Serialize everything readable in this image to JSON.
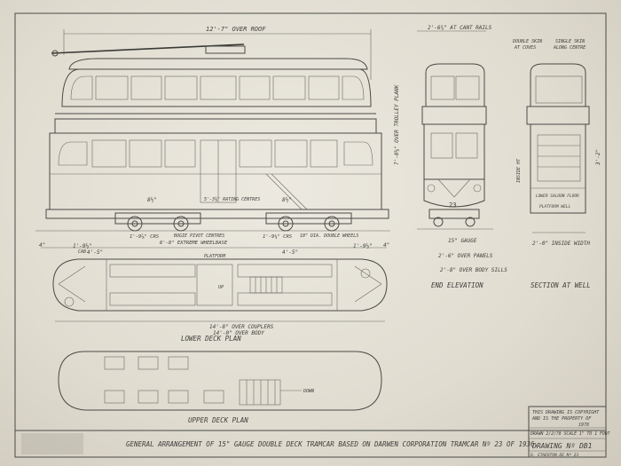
{
  "labels": {
    "over_roof": "12'-7\" OVER ROOF",
    "at_cant_rails": "2'-6¾\" AT CANT RAILS",
    "double_skin": "DOUBLE SKIN",
    "at_coves": "AT COVES",
    "single_skin": "SINGLE SKIN",
    "along_centre": "ALONG CENTRE",
    "over_trolley_plank": "7'-0¼\" OVER TROLLEY PLANK",
    "dim_8_5a": "8½\"",
    "dim_8_5b": "8½\"",
    "dim_5_3_8": "5'-3⅜\" RATING CENTRES",
    "dim_1_9_8": "1'-9⅞\" CRS",
    "bogie_pivot": "BOGIE PIVOT CENTRES",
    "dim_1_9_4": "1'-9¼\" CRS",
    "dim_10_dia": "10\" DIA. DOUBLE WHEELS",
    "extreme_wheelbase": "6'-8\" EXTREME WHEELBASE",
    "dim_4_5a": "4'-5\"",
    "dim_1_9_5": "1'-9½\"",
    "dim_4_5b": "4'-5\"",
    "dim_1_9_5b": "1'-9½\"",
    "platform": "PLATFORM",
    "dim_4a": "4\"",
    "dim_4b": "4\"",
    "cab": "CAB",
    "lower_deck_plan": "LOWER DECK PLAN",
    "over_couplers": "14'-8\" OVER COUPLERS",
    "over_body": "14'-0\" OVER BODY",
    "upper_deck_plan": "UPPER DECK PLAN",
    "up": "UP",
    "down": "DOWN",
    "gauge": "15\" GAUGE",
    "over_panels": "2'-6\" OVER PANELS",
    "over_body_sills": "2'-8\" OVER BODY SILLS",
    "end_elevation": "END ELEVATION",
    "section_at_well": "SECTION AT WELL",
    "inside_width": "2'-0\" INSIDE WIDTH",
    "tram_number": "23",
    "inside_height_a": "INSIDE HT",
    "lower_saloon_floor": "LOWER SALOON FLOOR",
    "platform_well": "PLATFORM WELL",
    "dim_3_2": "3'-2\"",
    "main_title": "GENERAL ARRANGEMENT OF 15\" GAUGE DOUBLE DECK TRAMCAR BASED ON DARWEN CORPORATION TRAMCAR Nº 23 OF 1936.",
    "copyright_1": "THIS DRAWING IS COPYRIGHT",
    "copyright_2": "AND IS THE PROPERTY OF",
    "scale_line": "DRAWN 2/2/78   SCALE 1\" TO 1 FOOT",
    "drawing_no": "DRAWING Nº DB1",
    "bottom_right_sig": "D. ETHERTON  DE  Nº 23",
    "year_mark": "1978",
    "left_stamp_1": "",
    "left_stamp_2": ""
  },
  "colors": {
    "paper": "#e6e2d8",
    "ink": "#4a4a46"
  }
}
